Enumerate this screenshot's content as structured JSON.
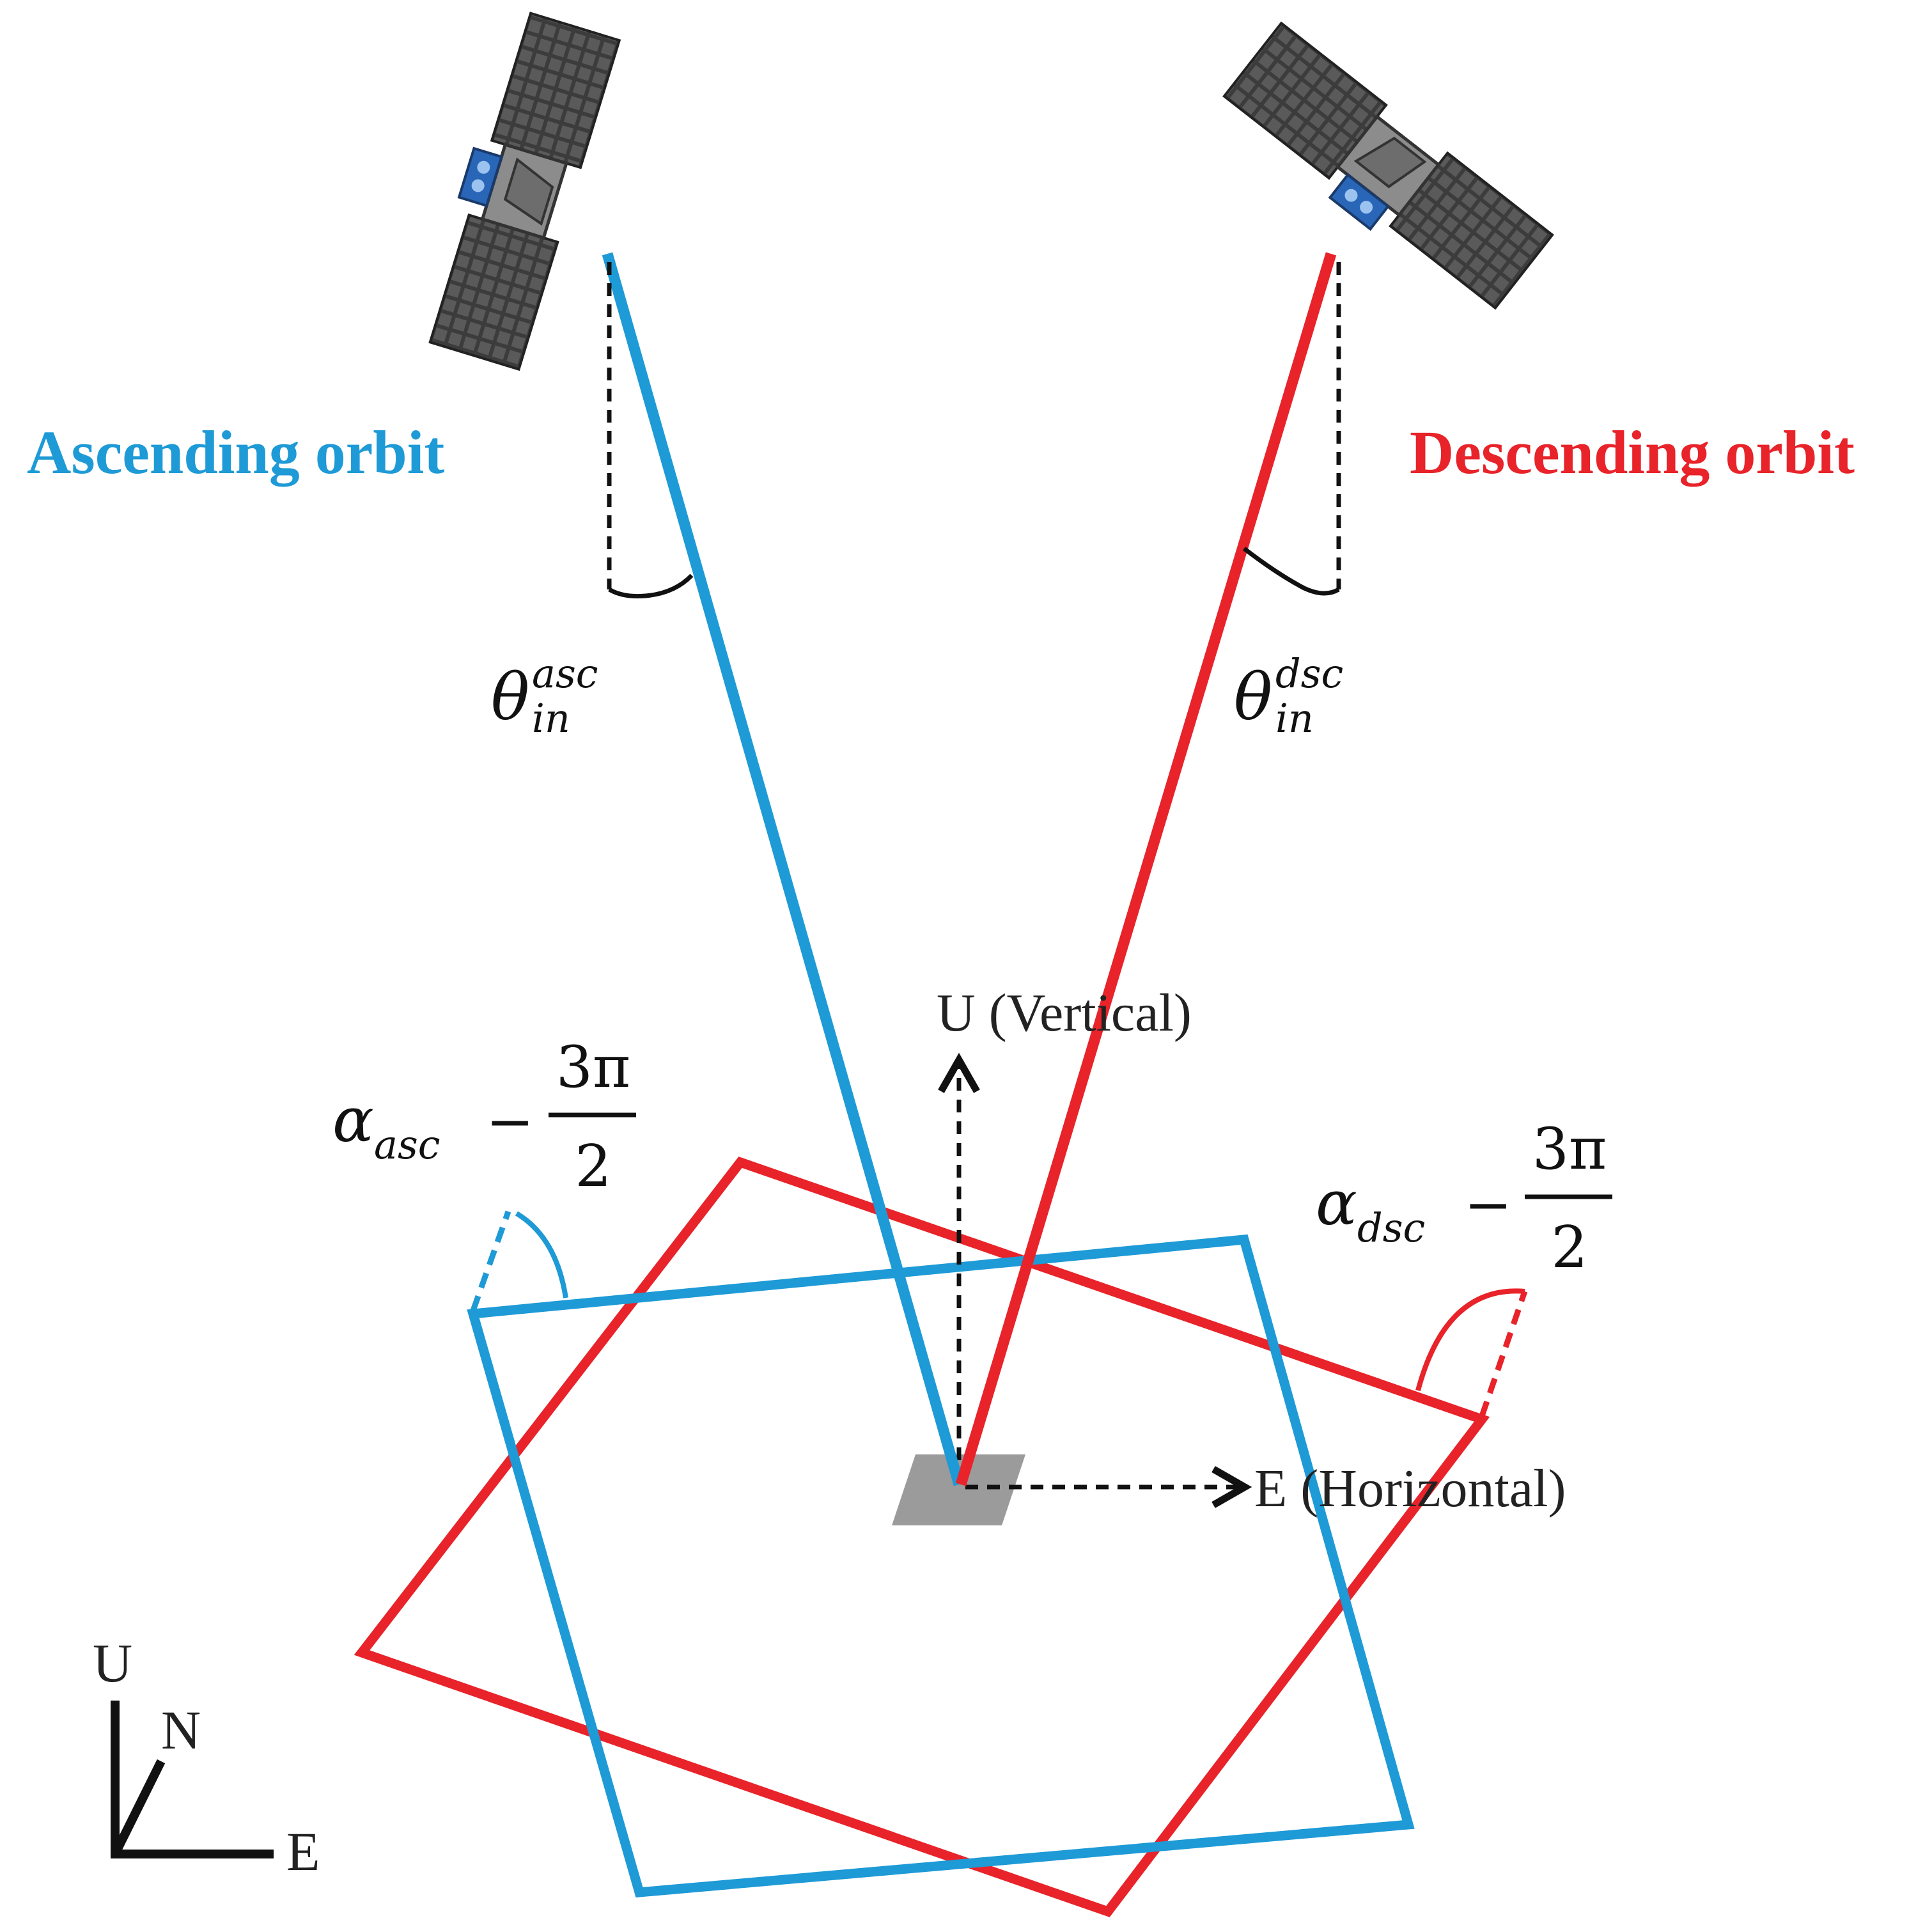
{
  "colors": {
    "ascending": "#1e9ad6",
    "descending": "#e8232a",
    "axis": "#111111",
    "ground_patch": "#9b9b9b",
    "panel": "#4a4a4a",
    "body": "#8c8c8c",
    "lens": "#2a66b8"
  },
  "orbits": {
    "ascending_label": "Ascending orbit",
    "descending_label": "Descending orbit"
  },
  "incidence_angles": {
    "asc": {
      "base": "θ",
      "sup": "asc",
      "sub": "in"
    },
    "dsc": {
      "base": "θ",
      "sup": "dsc",
      "sub": "in"
    }
  },
  "heading_angles": {
    "asc": {
      "alpha": "α",
      "sub": "asc",
      "minus": "−",
      "numerator": "3π",
      "denominator": "2"
    },
    "dsc": {
      "alpha": "α",
      "sub": "dsc",
      "minus": "−",
      "numerator": "3π",
      "denominator": "2"
    }
  },
  "local_axes": {
    "up_label": "U (Vertical)",
    "east_label": "E (Horizontal)"
  },
  "compass": {
    "u": "U",
    "n": "N",
    "e": "E"
  },
  "icons": {
    "satellite_ascending": "satellite-icon",
    "satellite_descending": "satellite-icon"
  }
}
